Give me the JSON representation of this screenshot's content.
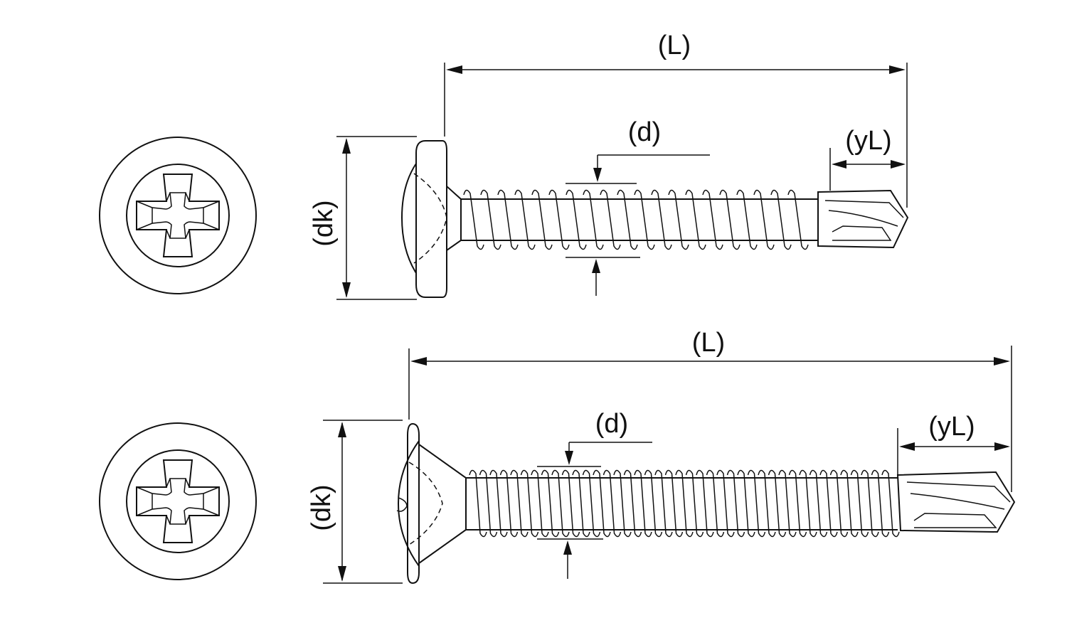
{
  "diagram": {
    "screw_1": {
      "length_label": "(L)",
      "diameter_label": "(d)",
      "tip_length_label": "(yL)",
      "head_diameter_label": "(dk)"
    },
    "screw_2": {
      "length_label": "(L)",
      "diameter_label": "(d)",
      "tip_length_label": "(yL)",
      "head_diameter_label": "(dk)"
    }
  }
}
